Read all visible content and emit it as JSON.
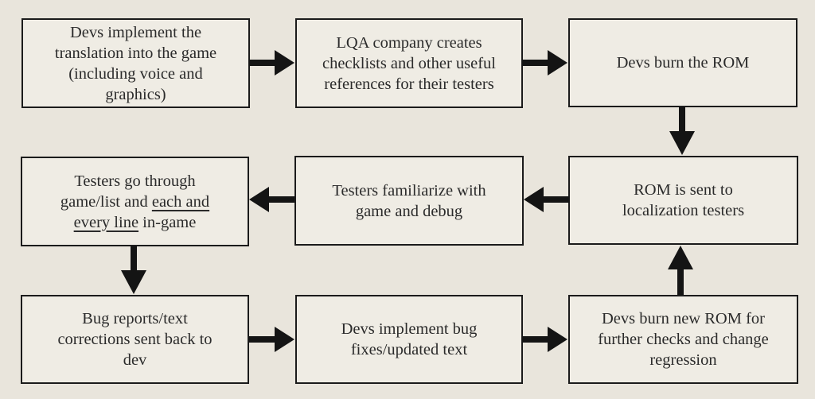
{
  "colors": {
    "bg": "#e9e5dc",
    "box-fill": "#efece4",
    "box-border": "#1b1b1b",
    "arrow": "#141414",
    "text": "#2b2b2b"
  },
  "boxes": [
    {
      "id": "devs-implement-translation",
      "label": "Devs implement the translation into the game (including voice and graphics)"
    },
    {
      "id": "lqa-creates-checklists",
      "label": "LQA company creates checklists and other useful references for their testers"
    },
    {
      "id": "devs-burn-rom",
      "label": "Devs burn the ROM"
    },
    {
      "id": "testers-go-through-lines",
      "segments": {
        "before": "Testers go through game/list and ",
        "underlined": "each and every line",
        "after": " in-game"
      }
    },
    {
      "id": "testers-familiarize",
      "label": "Testers familiarize with game and debug"
    },
    {
      "id": "rom-sent-to-testers",
      "label": "ROM is sent to localization testers"
    },
    {
      "id": "bug-reports-to-dev",
      "label": "Bug reports/text corrections sent back to dev"
    },
    {
      "id": "devs-implement-fixes",
      "label": "Devs implement bug fixes/updated text"
    },
    {
      "id": "devs-burn-new-rom",
      "label": "Devs burn new ROM for further checks and change regression"
    }
  ],
  "arrows": [
    {
      "from": "devs-implement-translation",
      "to": "lqa-creates-checklists",
      "direction": "right"
    },
    {
      "from": "lqa-creates-checklists",
      "to": "devs-burn-rom",
      "direction": "right"
    },
    {
      "from": "devs-burn-rom",
      "to": "rom-sent-to-testers",
      "direction": "down"
    },
    {
      "from": "rom-sent-to-testers",
      "to": "testers-familiarize",
      "direction": "left"
    },
    {
      "from": "testers-familiarize",
      "to": "testers-go-through-lines",
      "direction": "left"
    },
    {
      "from": "testers-go-through-lines",
      "to": "bug-reports-to-dev",
      "direction": "down"
    },
    {
      "from": "bug-reports-to-dev",
      "to": "devs-implement-fixes",
      "direction": "right"
    },
    {
      "from": "devs-implement-fixes",
      "to": "devs-burn-new-rom",
      "direction": "right"
    },
    {
      "from": "devs-burn-new-rom",
      "to": "rom-sent-to-testers",
      "direction": "up"
    }
  ]
}
